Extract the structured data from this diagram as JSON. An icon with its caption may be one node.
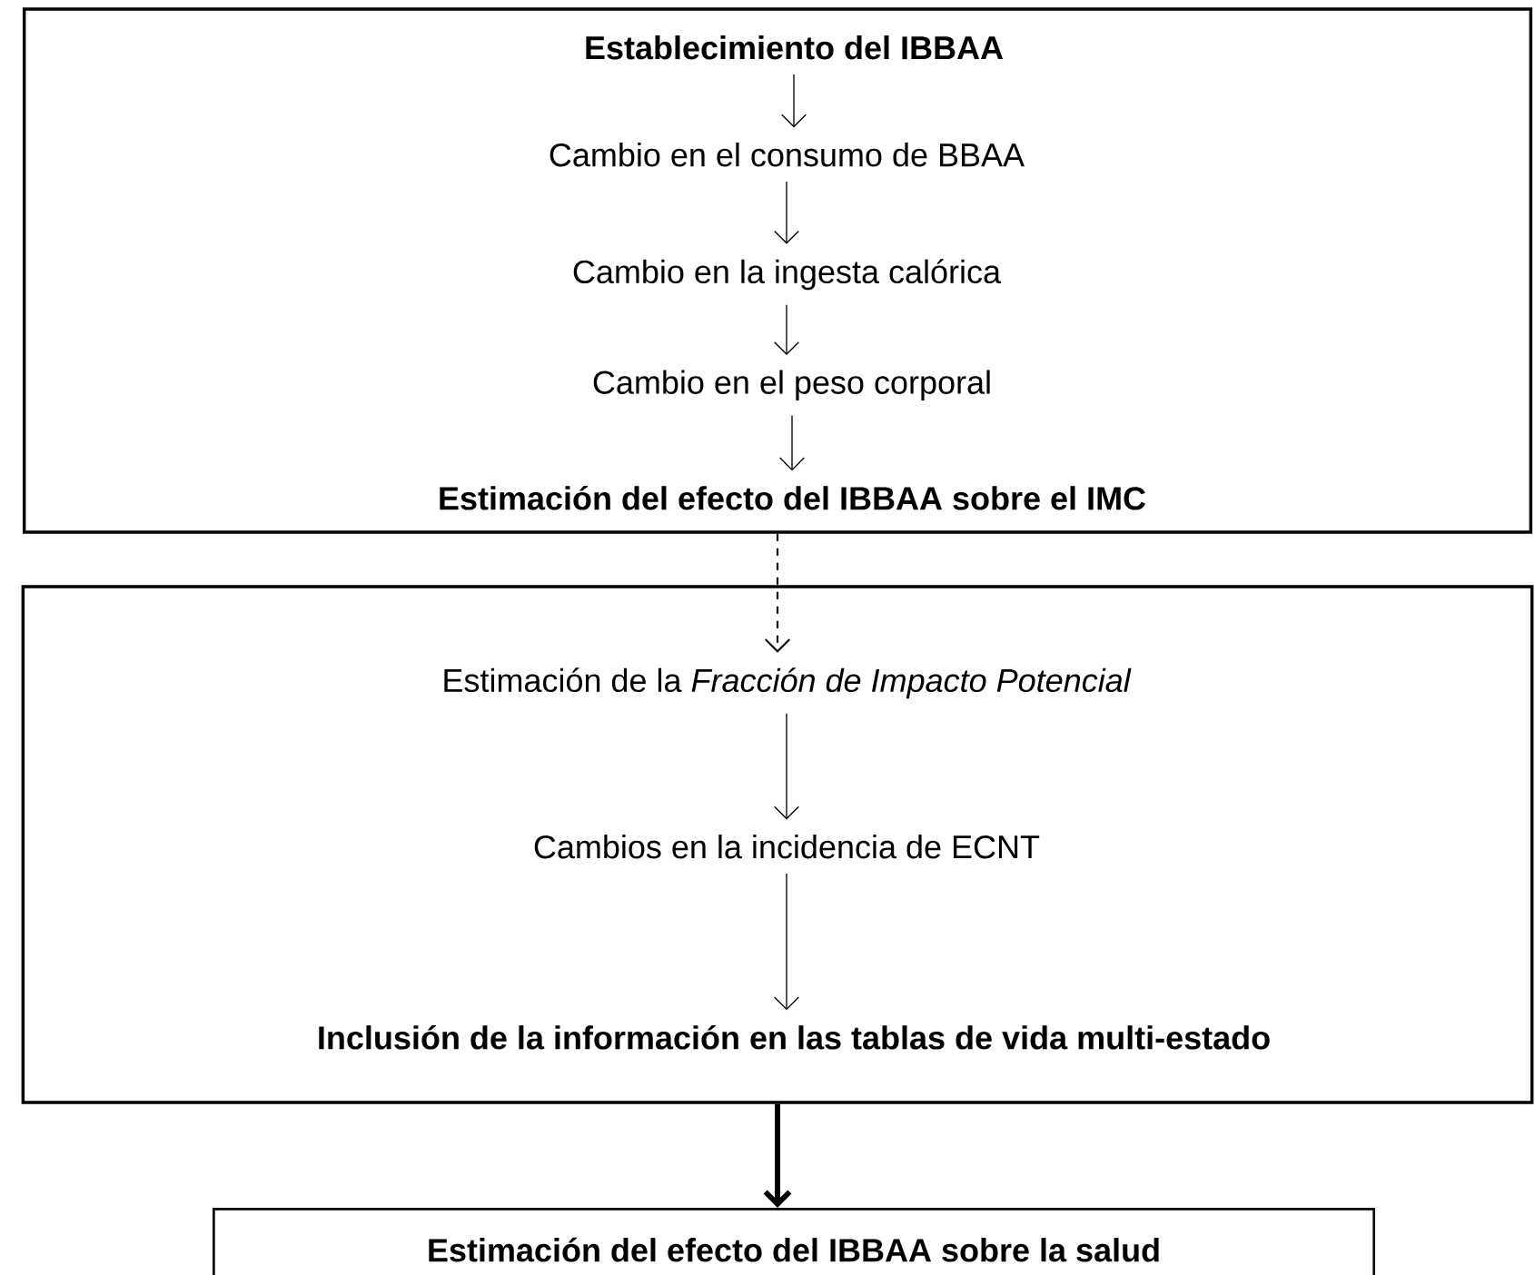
{
  "diagram": {
    "nodes": [
      {
        "text": [],
        "shape": "box"
      },
      {
        "text": [
          "Establecimiento del IBBAA"
        ],
        "in": 0
      },
      {
        "text": [
          "Cambio en el consumo de BBAA"
        ],
        "in": 0
      },
      {
        "text": [
          "Cambio en la ingesta calórica"
        ],
        "in": 0
      },
      {
        "text": [
          "Cambio en el peso corporal"
        ],
        "in": 0
      },
      {
        "text": [
          "Estimación del efecto del IBBAA sobre el IMC"
        ],
        "in": 0
      },
      {
        "text": [],
        "shape": "box"
      },
      {
        "text": [
          "Estimación de la *Fracción de Impacto Potencial*"
        ],
        "in": 6
      },
      {
        "text": [
          "Cambios en la incidencia de ECNT"
        ],
        "in": 6
      },
      {
        "text": [
          "Inclusión de la información en las tablas de vida multi-estado"
        ],
        "in": 6
      },
      {
        "text": [
          "Estimación del efecto del IBBAA sobre la salud"
        ]
      }
    ],
    "edges": [
      {
        "from": 1,
        "to": 2,
        "arrow": "to"
      },
      {
        "from": 2,
        "to": 3,
        "arrow": "to"
      },
      {
        "from": 3,
        "to": 4,
        "arrow": "to"
      },
      {
        "from": 4,
        "to": 5,
        "arrow": "to"
      },
      {
        "from": 0,
        "to": 7,
        "arrow": "to",
        "style": "dashed"
      },
      {
        "from": 7,
        "to": 8,
        "arrow": "to"
      },
      {
        "from": 8,
        "to": 9,
        "arrow": "to"
      },
      {
        "from": 6,
        "to": 10,
        "arrow": "to",
        "style": "thick"
      }
    ]
  }
}
